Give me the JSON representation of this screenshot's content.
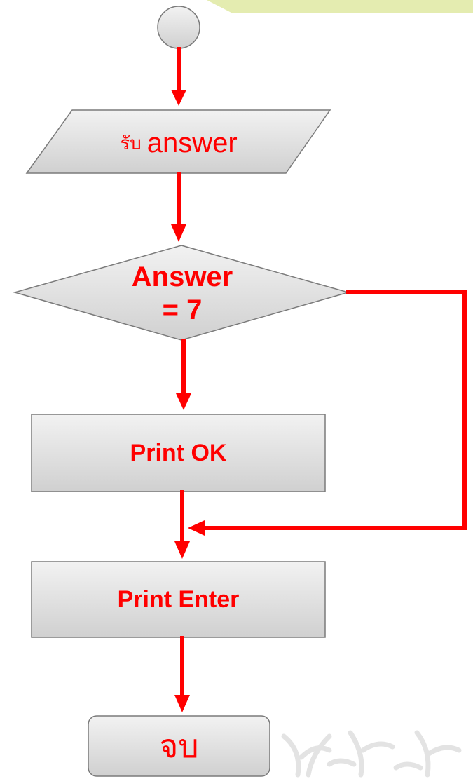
{
  "colors": {
    "flow_line": "#ff0000",
    "shape_fill_top": "#f2f2f2",
    "shape_fill_bottom": "#d0d0d0",
    "shape_stroke": "#7a7a7a",
    "label_text": "#ff0000",
    "corner_accent": "#e4ecb0",
    "decor_leaves": "#e3e3e3"
  },
  "flowchart": {
    "start": {
      "shape": "circle"
    },
    "input": {
      "shape": "parallelogram",
      "prefix": "รับ",
      "text": "answer"
    },
    "decision": {
      "shape": "diamond",
      "line1": "Answer",
      "line2": "= 7"
    },
    "process_ok": {
      "shape": "rectangle",
      "text": "Print OK"
    },
    "process_enter": {
      "shape": "rectangle",
      "text": "Print Enter"
    },
    "end": {
      "shape": "rounded-rectangle",
      "text": "จบ"
    }
  }
}
